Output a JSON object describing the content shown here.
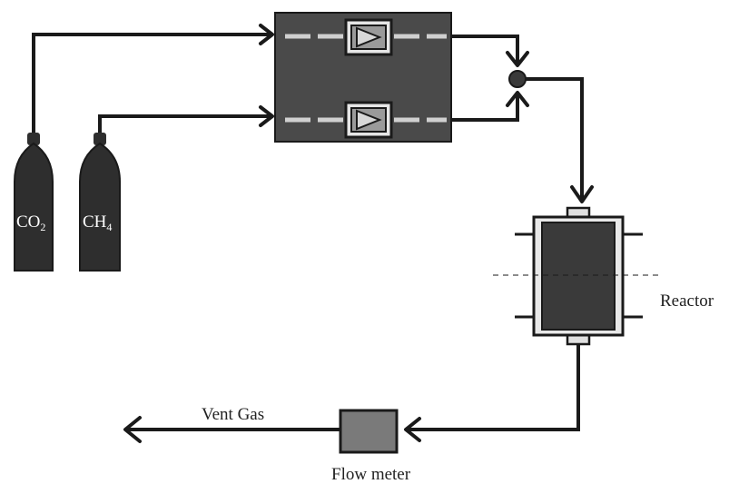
{
  "cylinders": {
    "co2": {
      "formula": "CO",
      "subscript": "2"
    },
    "ch4": {
      "formula": "CH",
      "subscript": "4"
    }
  },
  "labels": {
    "reactor": "Reactor",
    "vent_gas": "Vent Gas",
    "flow_meter": "Flow meter"
  },
  "colors": {
    "line": "#1a1a1a",
    "controller_box": "#4a4a4a",
    "cylinder": "#2e2e2e",
    "reactor_body": "#3a3a3a",
    "flow_meter_fill": "#7a7a7a",
    "dashed_flow": "#d0d0d0",
    "background": "#ffffff"
  }
}
